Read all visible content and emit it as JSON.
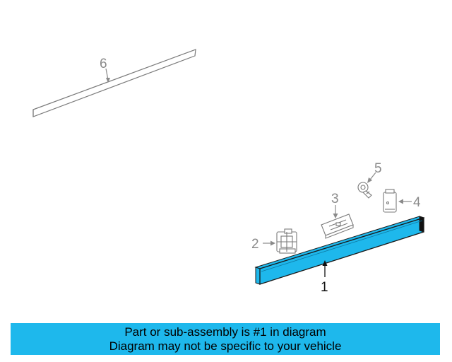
{
  "colors": {
    "highlight": "#1eb8ec",
    "banner_bg": "#1eb8ec",
    "line": "#7a7a7a",
    "outline_dark": "#1a1a1a"
  },
  "callouts": [
    {
      "number": "1",
      "part": "main-molding",
      "highlighted": true
    },
    {
      "number": "2",
      "part": "clip-bracket"
    },
    {
      "number": "3",
      "part": "retainer-clip"
    },
    {
      "number": "4",
      "part": "end-clip"
    },
    {
      "number": "5",
      "part": "fastener"
    },
    {
      "number": "6",
      "part": "upper-molding"
    }
  ],
  "banner": {
    "line1": "Part or sub-assembly is #1 in diagram",
    "line2": "Diagram may not be specific to your vehicle"
  }
}
